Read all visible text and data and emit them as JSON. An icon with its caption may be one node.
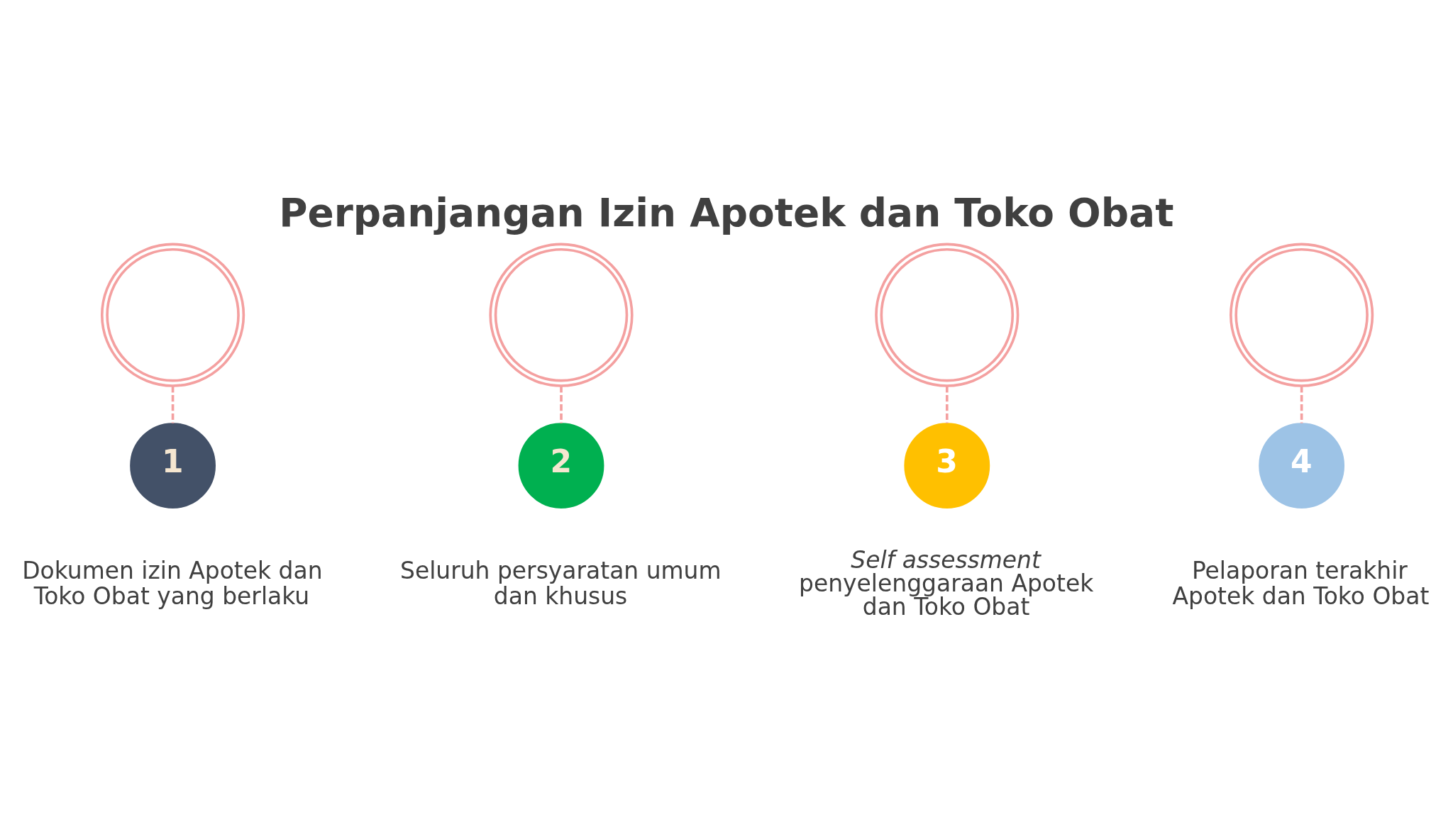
{
  "diagram": {
    "title": "Perpanjangan Izin Apotek dan Toko Obat",
    "nodes": [
      {
        "text": [],
        "shape": "pin"
      },
      {
        "text": [],
        "shape": "pin"
      },
      {
        "text": [],
        "shape": "pin"
      },
      {
        "text": [],
        "shape": "pin"
      },
      {
        "text": [
          "1"
        ],
        "beside": [
          "Dokumen izin Apotek dan Toko Obat yang berlaku"
        ]
      },
      {
        "text": [
          "2"
        ],
        "beside": [
          "Seluruh persyaratan umum dan khusus"
        ]
      },
      {
        "text": [
          "3"
        ],
        "beside": [
          "*Self assessment* penyelenggaraan Apotek dan Toko Obat"
        ]
      },
      {
        "text": [
          "4"
        ],
        "beside": [
          "Pelaporan terakhir Apotek dan Toko Obat"
        ]
      }
    ],
    "edges": [
      {
        "from": 0,
        "to": 4,
        "arrow": "none",
        "style": "dashed"
      },
      {
        "from": 1,
        "to": 5,
        "arrow": "none",
        "style": "dashed"
      },
      {
        "from": 2,
        "to": 6,
        "arrow": "none",
        "style": "dashed"
      },
      {
        "from": 3,
        "to": 7,
        "arrow": "none",
        "style": "dashed"
      }
    ]
  }
}
